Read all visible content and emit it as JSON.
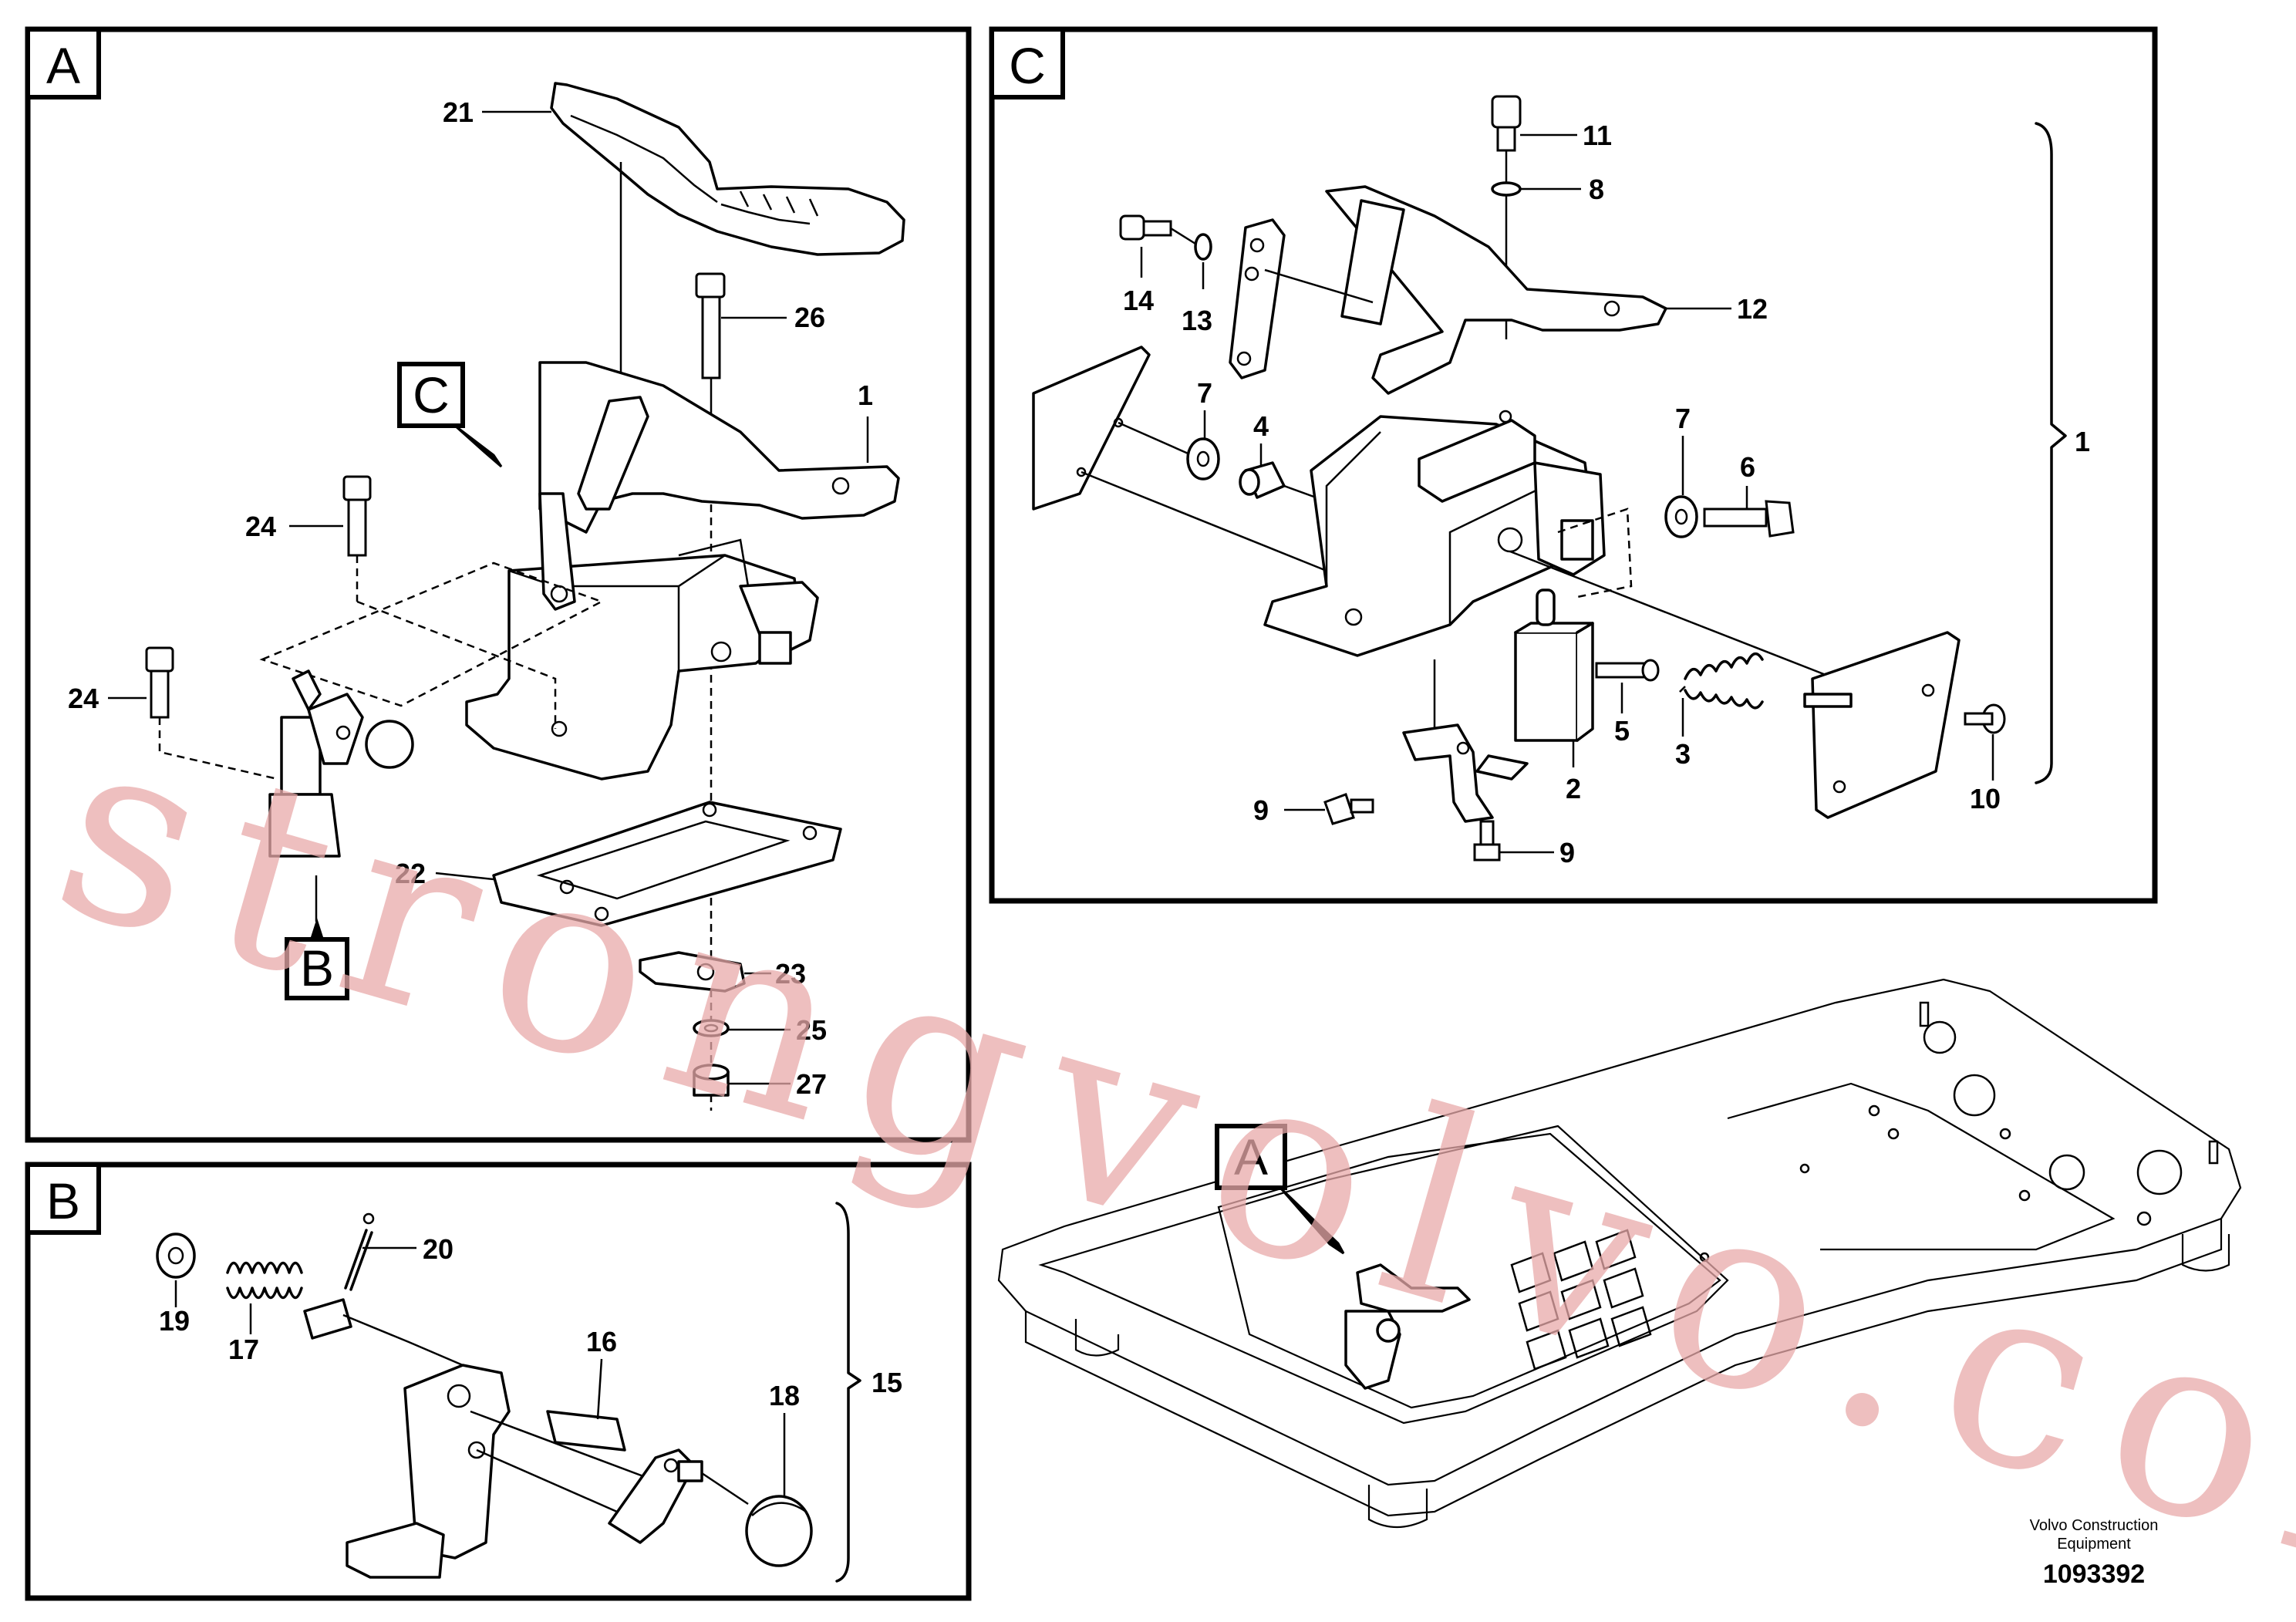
{
  "panels": {
    "a": {
      "tag": "A"
    },
    "b": {
      "tag": "B"
    },
    "c": {
      "tag": "C"
    }
  },
  "callouts": {
    "a_ref_c": "C",
    "a_ref_b": "B",
    "overview_ref_a": "A"
  },
  "labels": {
    "p1": "1",
    "p2": "2",
    "p3": "3",
    "p4": "4",
    "p5": "5",
    "p6": "6",
    "p7": "7",
    "p8": "8",
    "p9": "9",
    "p10": "10",
    "p11": "11",
    "p12": "12",
    "p13": "13",
    "p14": "14",
    "p15": "15",
    "p16": "16",
    "p17": "17",
    "p18": "18",
    "p19": "19",
    "p20": "20",
    "p21": "21",
    "p22": "22",
    "p23": "23",
    "p24": "24",
    "p25": "25",
    "p26": "26",
    "p27": "27"
  },
  "footer": {
    "company_line1": "Volvo Construction",
    "company_line2": "Equipment",
    "drawing_number": "1093392"
  },
  "watermark": "strongvolvo.com"
}
